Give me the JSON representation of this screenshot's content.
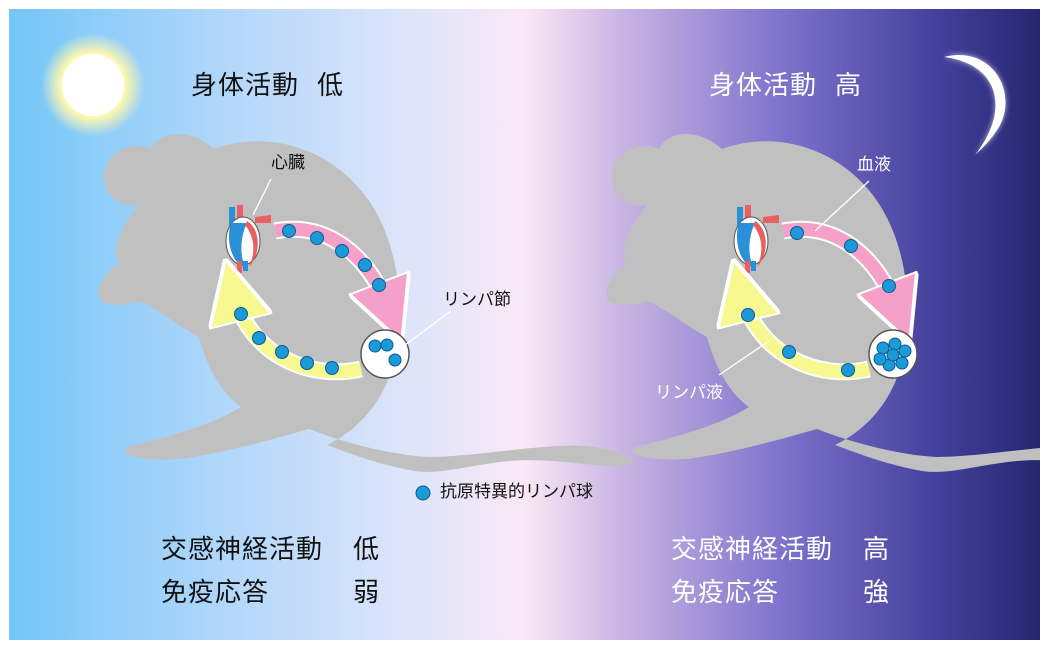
{
  "left_panel": {
    "activity_label": "身体活動",
    "activity_level": "低",
    "heart_label": "心臓",
    "node_label": "リンパ節",
    "sympathetic_label": "交感神経活動",
    "sympathetic_level": "低",
    "immune_label": "免疫応答",
    "immune_level": "弱"
  },
  "right_panel": {
    "activity_label": "身体活動",
    "activity_level": "高",
    "blood_label": "血液",
    "lymph_label": "リンパ液",
    "sympathetic_label": "交感神経活動",
    "sympathetic_level": "高",
    "immune_label": "免疫応答",
    "immune_level": "強"
  },
  "legend": {
    "label": "抗原特異的リンパ球"
  },
  "colors": {
    "day_sky": "#78c8f8",
    "night_sky": "#2a2a78",
    "mouse": "#c0c0c0",
    "blood_arrow": "#f4a0c8",
    "lymph_arrow": "#f8f890",
    "lymphocyte": "#1c9ad8"
  },
  "icons": [
    "sun-icon",
    "moon-icon",
    "heart-icon",
    "lymphocyte-icon"
  ]
}
